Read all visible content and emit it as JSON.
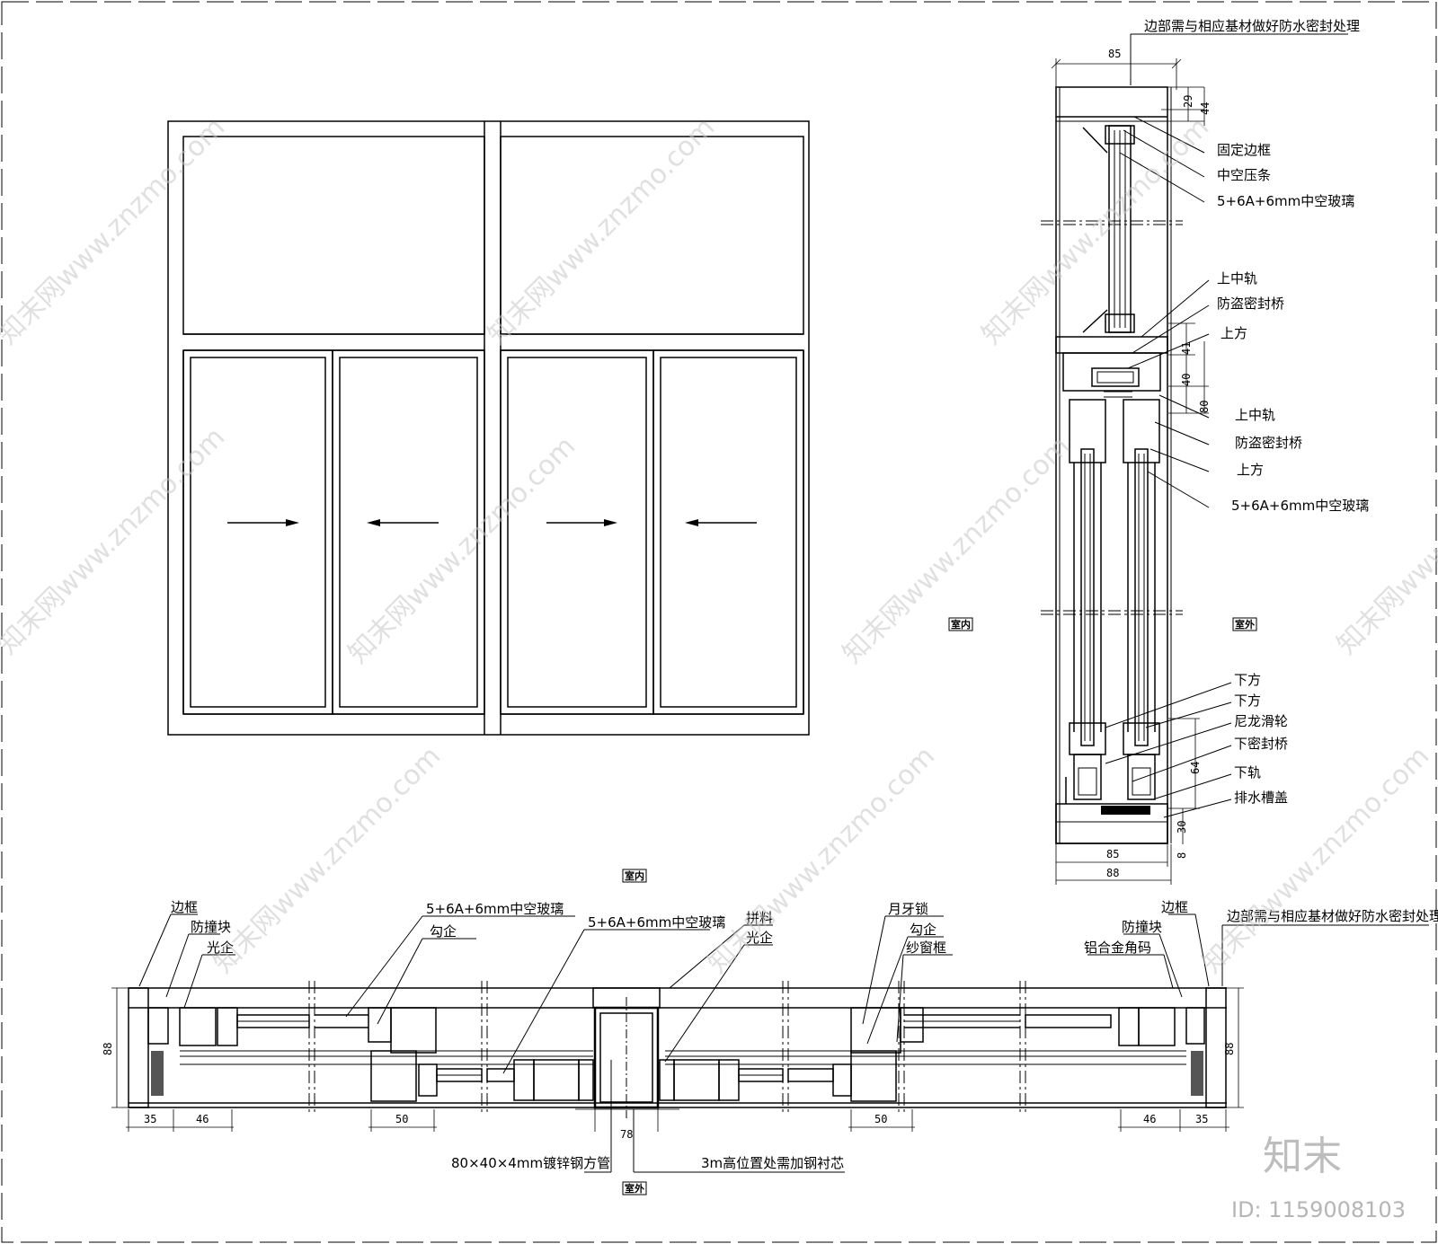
{
  "elevation": {
    "arrows": [
      "right",
      "left",
      "right",
      "left"
    ]
  },
  "vertical_section": {
    "top_note": "边部需与相应基材做好防水密封处理",
    "dims": {
      "top_width": "85",
      "d29": "29",
      "d44": "44",
      "d41": "41",
      "d40": "40",
      "d80": "80",
      "d64": "64",
      "d30": "30",
      "d8": "8",
      "bottom_85": "85",
      "bottom_88": "88"
    },
    "labels": [
      "固定边框",
      "中空压条",
      "5+6A+6mm中空玻璃",
      "上中轨",
      "防盗密封桥",
      "上方",
      "上中轨",
      "防盗密封桥",
      "上方",
      "5+6A+6mm中空玻璃",
      "下方",
      "下方",
      "尼龙滑轮",
      "下密封桥",
      "下轨",
      "排水槽盖"
    ],
    "indoor": "室内",
    "outdoor": "室外"
  },
  "horizontal_section": {
    "indoor": "室内",
    "outdoor": "室外",
    "left_labels": [
      "边框",
      "防撞块",
      "光企"
    ],
    "glass_label_1": "5+6A+6mm中空玻璃",
    "hook_label": "勾企",
    "glass_label_2": "5+6A+6mm中空玻璃",
    "mullion_labels": [
      "拼料",
      "光企"
    ],
    "right_mid_labels": [
      "月牙锁",
      "勾企",
      "纱窗框"
    ],
    "right_labels": [
      "边框",
      "防撞块",
      "铝合金角码"
    ],
    "right_note": "边部需与相应基材做好防水密封处理",
    "tube_note": "80×40×4mm镀锌钢方管",
    "steel_note": "3m高位置处需加钢衬芯",
    "dims": {
      "left_88": "88",
      "right_88": "88",
      "d35l": "35",
      "d46l": "46",
      "d50l": "50",
      "d78": "78",
      "d50r": "50",
      "d46r": "46",
      "d35r": "35"
    }
  },
  "watermark": {
    "text": "知末网www.znzmo.com",
    "brand": "知末",
    "id": "ID: 1159008103"
  }
}
